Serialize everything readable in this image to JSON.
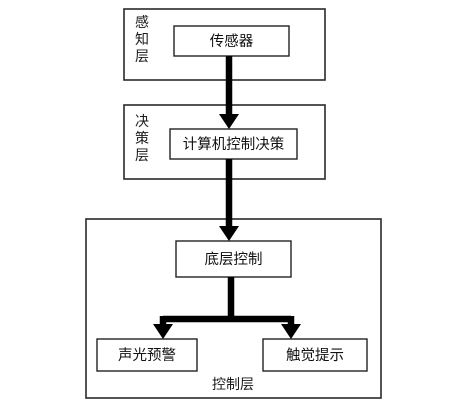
{
  "layers": {
    "perception": {
      "label": [
        "感",
        "知",
        "层"
      ]
    },
    "decision": {
      "label": [
        "决",
        "策",
        "层"
      ]
    },
    "control": {
      "label": "控制层"
    }
  },
  "nodes": {
    "sensor": "传感器",
    "computer_decision": "计算机控制决策",
    "bottom_control": "底层控制",
    "sound_light_warning": "声光预警",
    "tactile_prompt": "触觉提示"
  },
  "colors": {
    "line": "#000000",
    "frame": "#2a2a2a",
    "background": "#ffffff"
  }
}
